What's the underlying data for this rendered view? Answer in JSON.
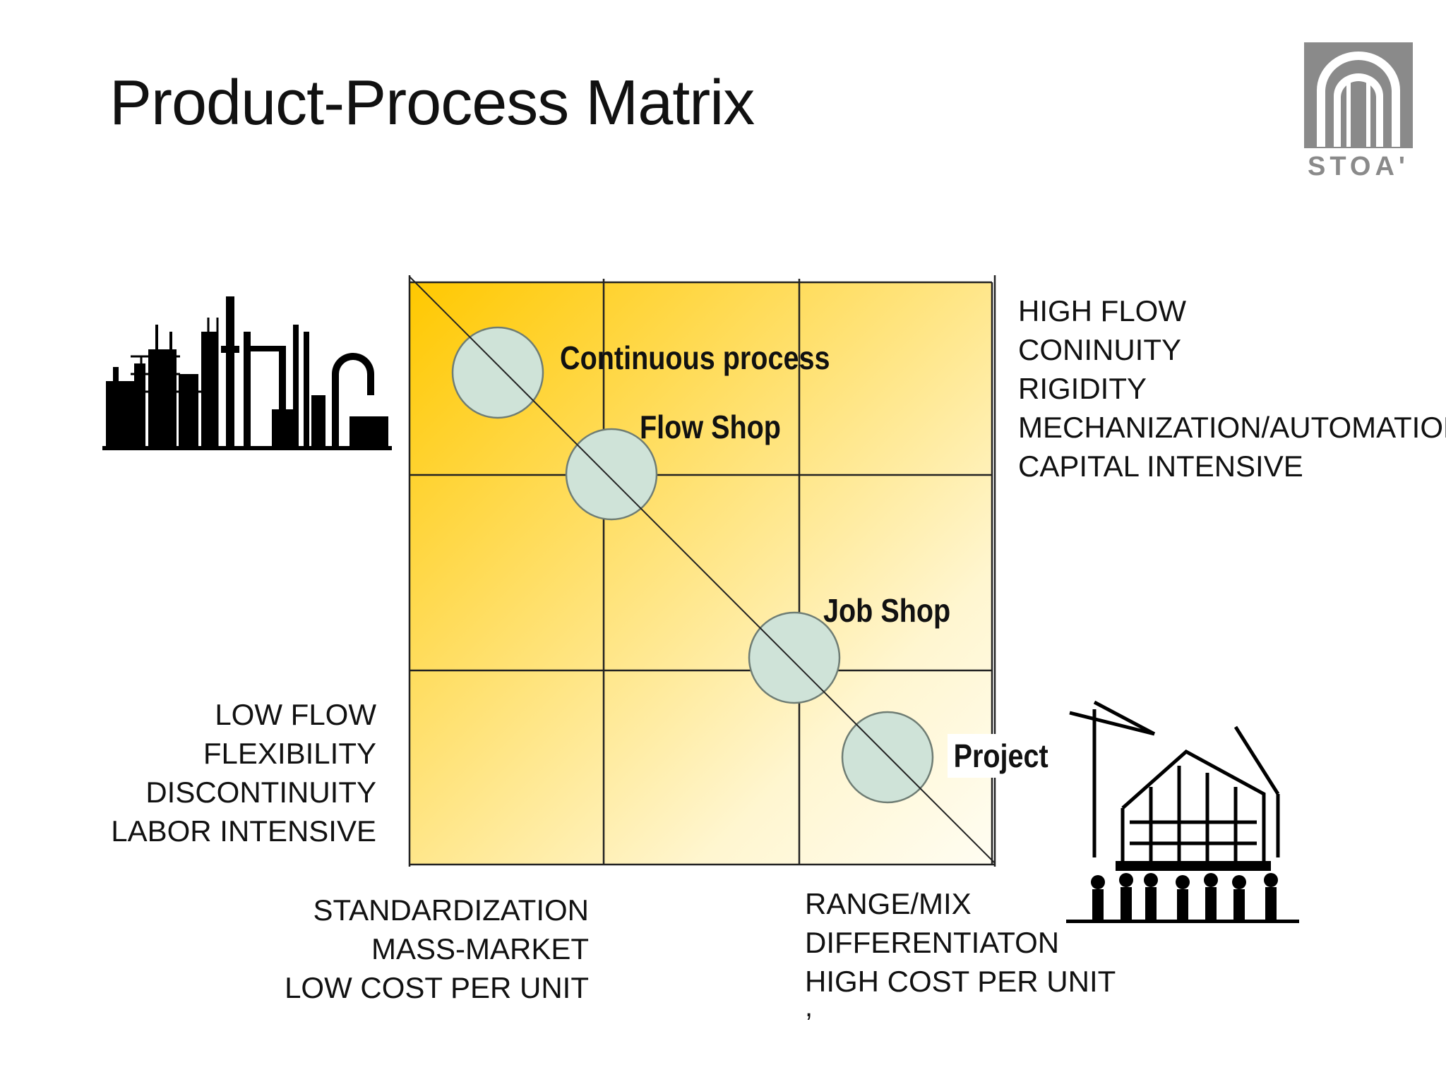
{
  "slide": {
    "title": "Product-Process Matrix",
    "logo_text": "STOA'"
  },
  "matrix": {
    "gradient_colors": [
      "#ffc800",
      "#fff6d0",
      "#fffdf2"
    ],
    "grid_color": "#222222",
    "bubble_color": "#cfe3d8",
    "bubble_stroke": "#6f7d74",
    "process_types": [
      "Continuous process",
      "Flow Shop",
      "Job Shop",
      "Project"
    ]
  },
  "labels": {
    "right_top": [
      "HIGH FLOW",
      "CONINUITY",
      "RIGIDITY",
      "MECHANIZATION/AUTOMATION",
      "CAPITAL INTENSIVE"
    ],
    "left_bottom": [
      "LOW FLOW",
      "FLEXIBILITY",
      "DISCONTINUITY",
      "LABOR INTENSIVE"
    ],
    "bottom_left": [
      "STANDARDIZATION",
      "MASS-MARKET",
      "LOW COST PER UNIT"
    ],
    "bottom_right": [
      "RANGE/MIX",
      "DIFFERENTIATON",
      "HIGH COST PER UNIT"
    ],
    "stray_mark": ","
  },
  "icons": {
    "logo": "stoa-arch-logo-icon",
    "industry": "industrial-plant-silhouette-icon",
    "construction": "construction-site-silhouette-icon"
  }
}
